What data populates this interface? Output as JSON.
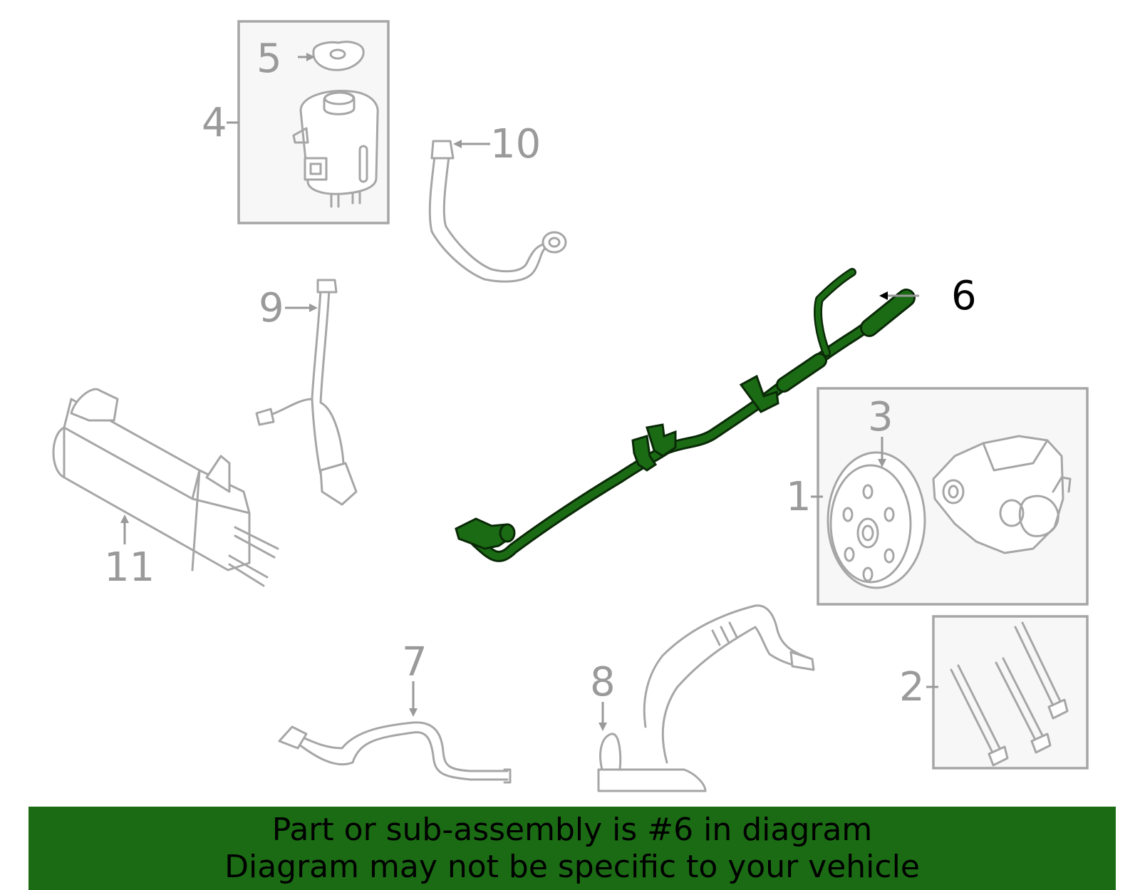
{
  "colors": {
    "highlight": "#1b6b14",
    "highlight_outline": "#0a2a07",
    "parts_line": "#a6a6a6",
    "callout_text": "#9a9a9a",
    "box_fill": "#f7f7f7",
    "banner_bg": "#1b6b14"
  },
  "callouts": {
    "c1": "1",
    "c2": "2",
    "c3": "3",
    "c4": "4",
    "c5": "5",
    "c6": "6",
    "c7": "7",
    "c8": "8",
    "c9": "9",
    "c10": "10",
    "c11": "11"
  },
  "highlighted_part": "6",
  "banner": {
    "line1": "Part or sub-assembly is #6 in diagram",
    "line2": "Diagram may not be specific to your vehicle"
  }
}
